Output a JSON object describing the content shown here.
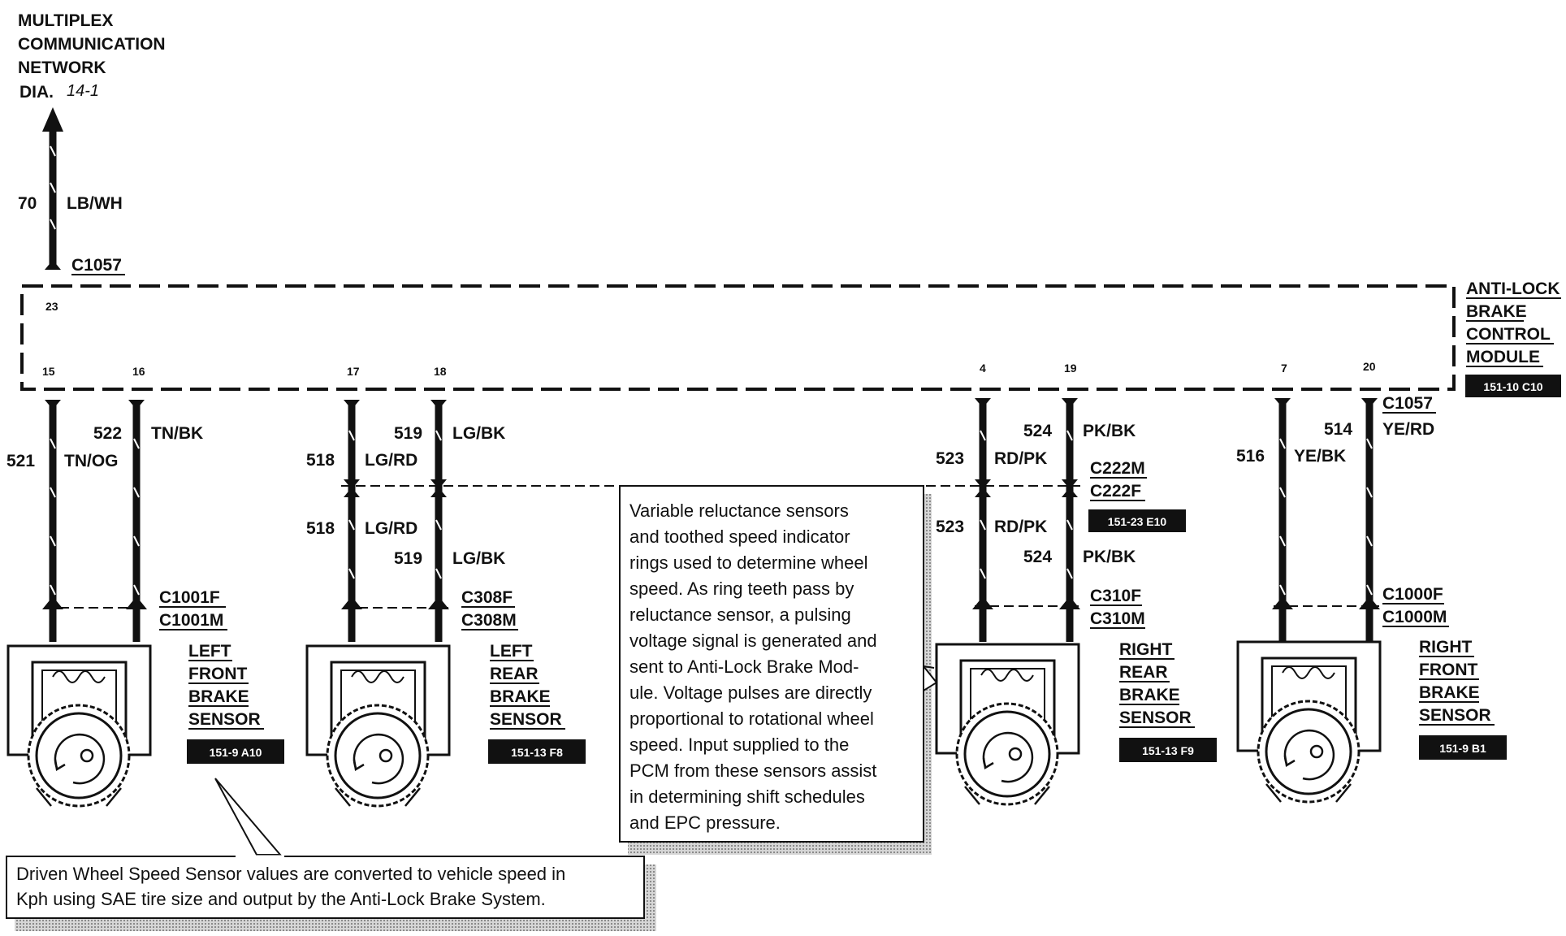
{
  "network": {
    "title_lines": [
      "MULTIPLEX",
      "COMMUNICATION",
      "NETWORK"
    ],
    "dia_label": "DIA.",
    "dia_ref": "14-1",
    "circuit": "70",
    "color": "LB/WH",
    "connector": "C1057"
  },
  "module": {
    "name_lines": [
      "ANTI-LOCK",
      "BRAKE",
      "CONTROL",
      "MODULE"
    ],
    "ref": "151-10 C10",
    "pins": [
      "23",
      "15",
      "16",
      "17",
      "18",
      "4",
      "19",
      "7",
      "20"
    ]
  },
  "sensors": [
    {
      "name_lines": [
        "LEFT",
        "FRONT",
        "BRAKE",
        "SENSOR"
      ],
      "ref": "151-9 A10",
      "connector_f": "C1001F",
      "connector_m": "C1001M",
      "wire_a": {
        "circuit": "521",
        "color": "TN/OG"
      },
      "wire_b": {
        "circuit": "522",
        "color": "TN/BK"
      }
    },
    {
      "name_lines": [
        "LEFT",
        "REAR",
        "BRAKE",
        "SENSOR"
      ],
      "ref": "151-13 F8",
      "connector_f": "C308F",
      "connector_m": "C308M",
      "wire_a": {
        "circuit": "518",
        "color": "LG/RD"
      },
      "wire_b": {
        "circuit": "519",
        "color": "LG/BK"
      }
    },
    {
      "name_lines": [
        "RIGHT",
        "REAR",
        "BRAKE",
        "SENSOR"
      ],
      "ref": "151-13 F9",
      "connector_f": "C310F",
      "connector_m": "C310M",
      "wire_a": {
        "circuit": "523",
        "color": "RD/PK"
      },
      "wire_b": {
        "circuit": "524",
        "color": "PK/BK"
      }
    },
    {
      "name_lines": [
        "RIGHT",
        "FRONT",
        "BRAKE",
        "SENSOR"
      ],
      "ref": "151-9 B1",
      "connector_f": "C1000F",
      "connector_m": "C1000M",
      "wire_a": {
        "circuit": "516",
        "color": "YE/BK"
      },
      "wire_b": {
        "circuit": "514",
        "color": "YE/RD"
      }
    }
  ],
  "inline_connector": {
    "top": "C222M",
    "bottom": "C222F",
    "ref": "151-23 E10"
  },
  "module_connector_right": "C1057",
  "notes": {
    "reluctance_lines": [
      "Variable reluctance sensors",
      "and toothed speed indicator",
      "rings used to determine wheel",
      "speed.  As ring teeth pass by",
      "reluctance sensor, a pulsing",
      "voltage signal is generated and",
      "sent to Anti-Lock Brake Mod-",
      "ule.  Voltage pulses are directly",
      "proportional to rotational wheel",
      "speed.  Input supplied to the",
      "PCM from these sensors assist",
      "in determining shift schedules",
      "and EPC pressure."
    ],
    "driven_lines": [
      "Driven Wheel Speed Sensor values are converted to vehicle speed in",
      "Kph using SAE tire size and output by the Anti-Lock Brake System."
    ]
  },
  "colors": {
    "ink": "#111111",
    "shadow": "#9a9a9a",
    "ref_box": "#111111"
  }
}
